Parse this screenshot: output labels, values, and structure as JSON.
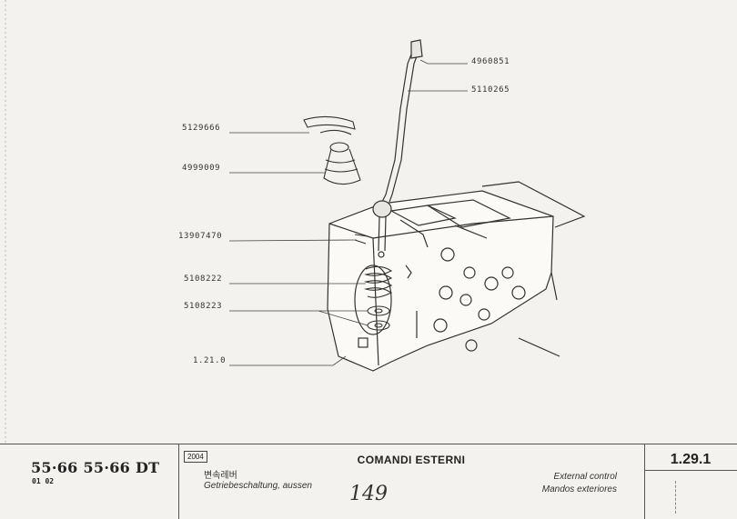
{
  "parts": [
    {
      "id": "p1",
      "number": "4960851"
    },
    {
      "id": "p2",
      "number": "5110265"
    },
    {
      "id": "p3",
      "number": "5129666"
    },
    {
      "id": "p4",
      "number": "4999009"
    },
    {
      "id": "p5",
      "number": "13907470"
    },
    {
      "id": "p6",
      "number": "5108222"
    },
    {
      "id": "p7",
      "number": "5108223"
    },
    {
      "id": "p8",
      "number": "1.21.0"
    }
  ],
  "title_block": {
    "models": "55·66  55·66 DT",
    "model_sub": "01 02",
    "year": "2004",
    "korean": "변속레버",
    "german": "Getriebeschaltung, aussen",
    "title": "COMANDI ESTERNI",
    "english": "External control",
    "spanish": "Mandos exteriores",
    "handwritten": "149",
    "page_code": "1.29.1"
  }
}
